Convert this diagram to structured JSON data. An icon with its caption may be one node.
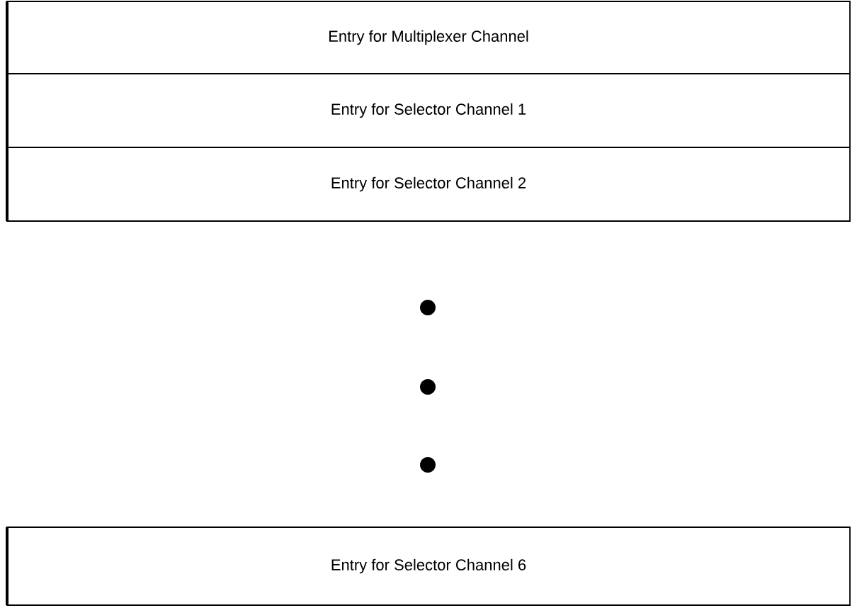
{
  "diagram": {
    "nodes": [
      {
        "text": [
          "Entry for Multiplexer Channel"
        ]
      },
      {
        "text": [
          "Entry for Selector Channel 1"
        ]
      },
      {
        "text": [
          "Entry for Selector Channel 2"
        ]
      },
      {
        "text": [
          "Entry for Selector Channel 6"
        ]
      }
    ]
  }
}
